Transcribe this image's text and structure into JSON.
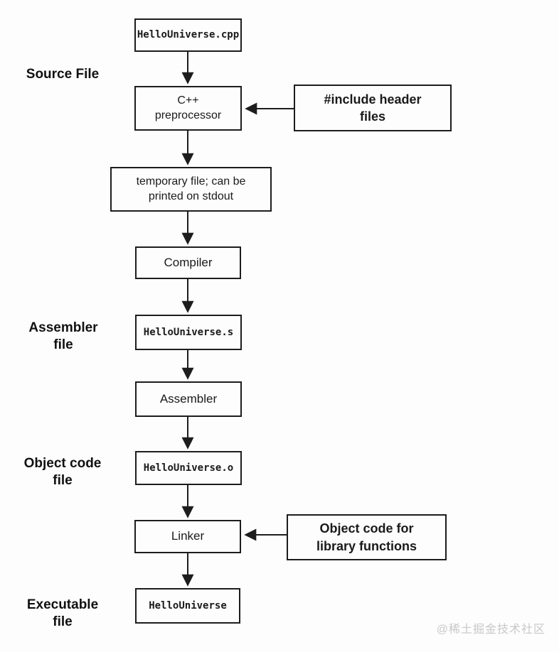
{
  "canvas": {
    "background": "#fdfdfd",
    "line_color": "#1d1d1d",
    "watermark_color": "#c8c8c8"
  },
  "nodes": {
    "cpp_file": "HelloUniverse.cpp",
    "preprocessor": "C++\npreprocessor",
    "include_header": "#include header\nfiles",
    "temp_file": "temporary file; can be\nprinted on stdout",
    "compiler": "Compiler",
    "assembler_file": "HelloUniverse.s",
    "assembler": "Assembler",
    "object_file": "HelloUniverse.o",
    "linker": "Linker",
    "library_object": "Object code for\nlibrary functions",
    "executable": "HelloUniverse"
  },
  "stage_labels": {
    "source": "Source File",
    "assembler": "Assembler\nfile",
    "object": "Object code\nfile",
    "executable": "Executable\nfile"
  },
  "edges": [
    {
      "from": "cpp_file",
      "to": "preprocessor"
    },
    {
      "from": "include_header",
      "to": "preprocessor"
    },
    {
      "from": "preprocessor",
      "to": "temp_file"
    },
    {
      "from": "temp_file",
      "to": "compiler"
    },
    {
      "from": "compiler",
      "to": "assembler_file"
    },
    {
      "from": "assembler_file",
      "to": "assembler"
    },
    {
      "from": "assembler",
      "to": "object_file"
    },
    {
      "from": "object_file",
      "to": "linker"
    },
    {
      "from": "library_object",
      "to": "linker"
    },
    {
      "from": "linker",
      "to": "executable"
    }
  ],
  "watermark": "@稀土掘金技术社区"
}
